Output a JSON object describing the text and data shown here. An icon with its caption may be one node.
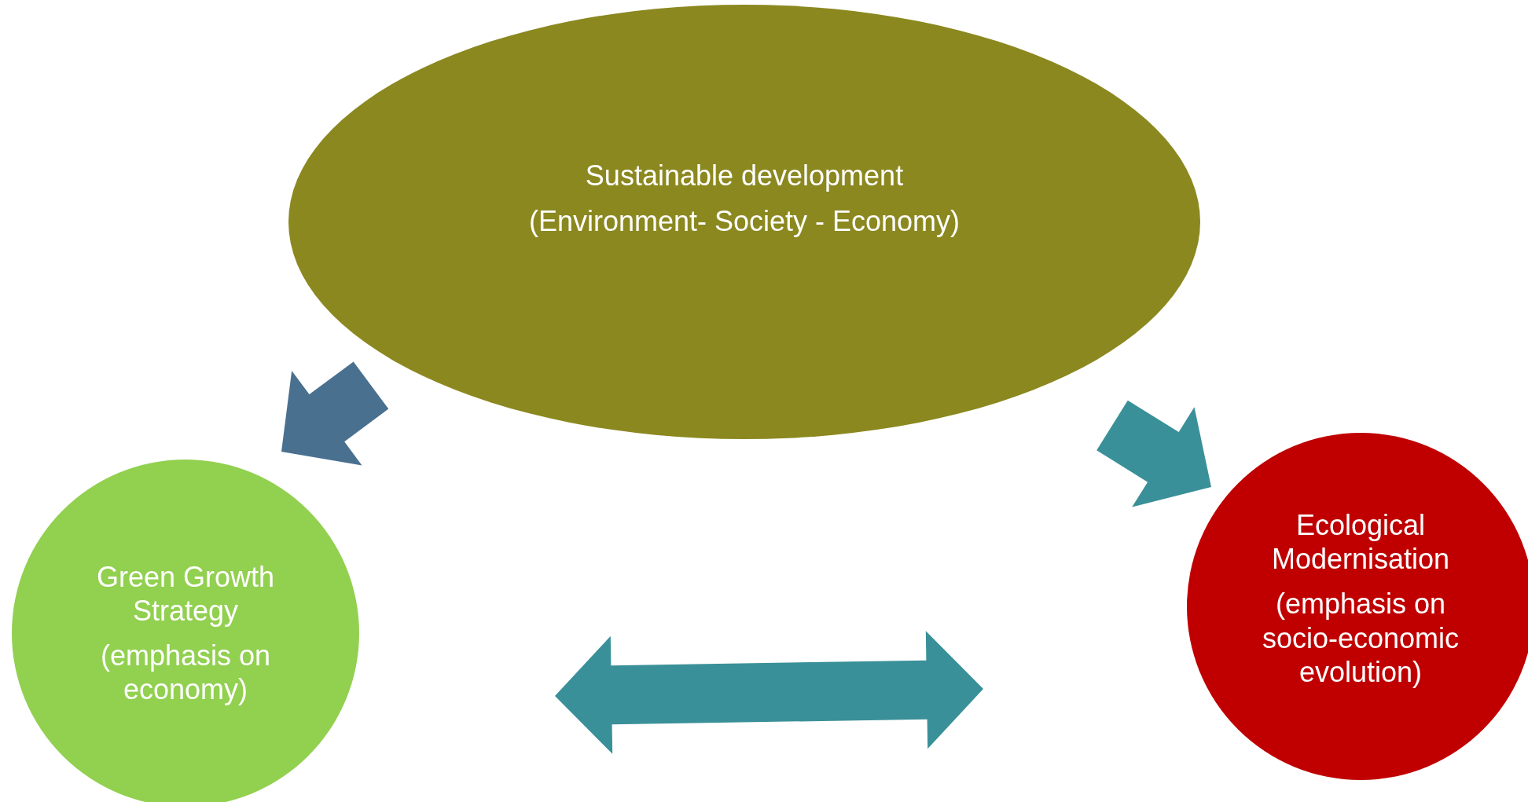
{
  "diagram": {
    "nodes": [
      {
        "text": [
          "Sustainable development",
          "(Environment- Society - Economy)"
        ]
      },
      {
        "text": [
          "Green Growth Strategy",
          "(emphasis on economy)"
        ]
      },
      {
        "text": [
          "Ecological Modernisation",
          "(emphasis on socio-economic evolution)"
        ]
      }
    ],
    "edges": [
      {
        "from": 0,
        "to": 1,
        "arrow": "to",
        "style": "thick",
        "color": "#4a7090"
      },
      {
        "from": 0,
        "to": 2,
        "arrow": "to",
        "style": "thick"
      },
      {
        "from": 1,
        "to": 2,
        "arrow": "both",
        "style": "thick"
      }
    ]
  }
}
